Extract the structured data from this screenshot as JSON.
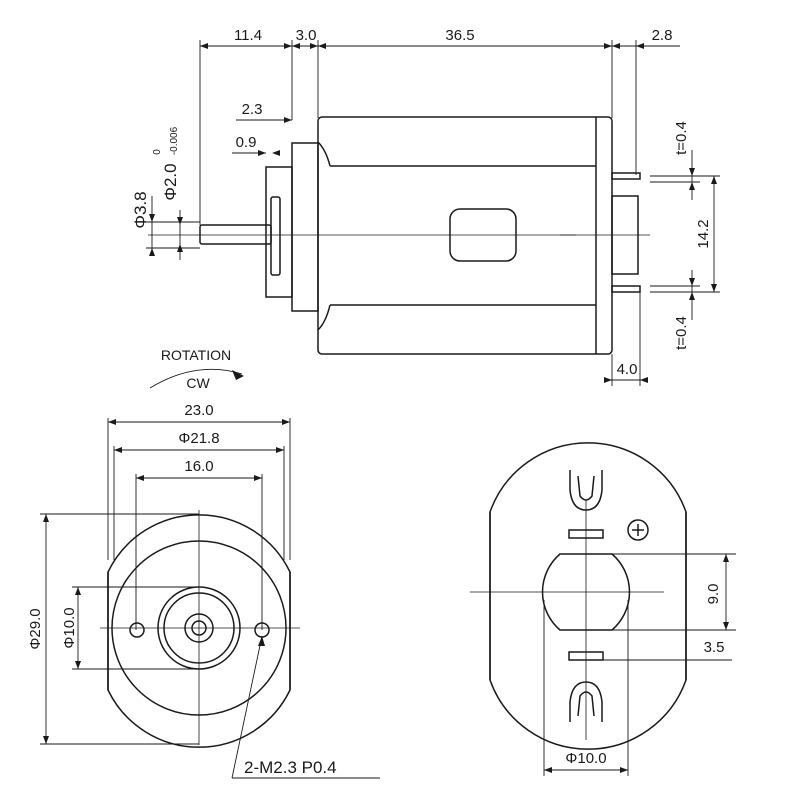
{
  "side_view": {
    "dims": {
      "shaft_length": "11.4",
      "flange_width": "3.0",
      "body_length": "36.5",
      "terminal_extension": "2.8",
      "boss_height": "2.3",
      "bearing_step": "0.9",
      "bearing_diameter": "Φ3.8",
      "shaft_diameter": "Φ2.0",
      "shaft_tol_upper": "0",
      "shaft_tol_lower": "-0.006",
      "terminal_thickness_top": "t=0.4",
      "terminal_thickness_bottom": "t=0.4",
      "terminal_spacing": "14.2",
      "terminal_offset": "4.0"
    },
    "rotation": {
      "label": "ROTATION",
      "direction": "CW"
    }
  },
  "front_view": {
    "dims": {
      "flat_width": "23.0",
      "body_diameter": "Φ21.8",
      "hole_spacing": "16.0",
      "outer_diameter": "Φ29.0",
      "boss_diameter": "Φ10.0",
      "mount_thread": "2-M2.3  P0.4"
    }
  },
  "rear_view": {
    "dims": {
      "window_height": "9.0",
      "slot_offset": "3.5",
      "window_diameter": "Φ10.0"
    }
  }
}
